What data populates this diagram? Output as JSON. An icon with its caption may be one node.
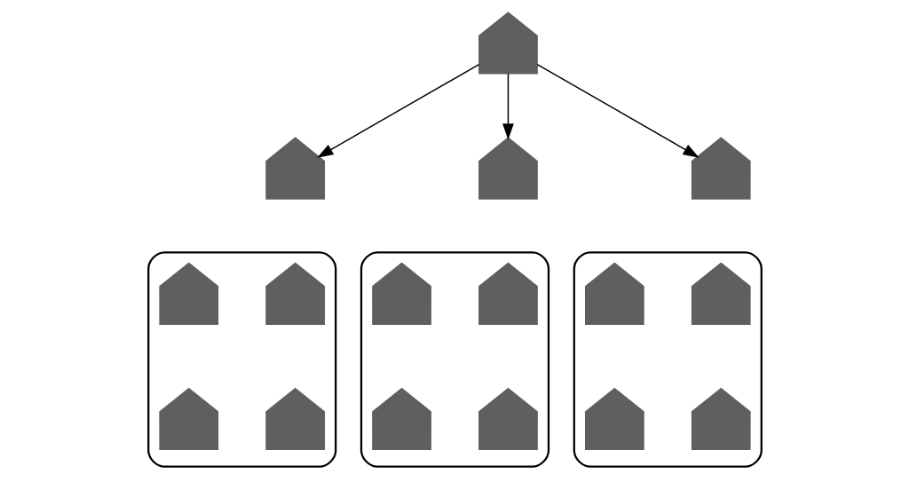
{
  "diagram": {
    "nodes": [
      {
        "text": [],
        "shape": "person"
      },
      {
        "text": [],
        "shape": "person"
      },
      {
        "text": [],
        "shape": "person"
      },
      {
        "text": [],
        "shape": "person"
      },
      {
        "text": [],
        "shape": "box"
      },
      {
        "text": [],
        "shape": "person",
        "in": 4
      },
      {
        "text": [],
        "shape": "person",
        "in": 4
      },
      {
        "text": [],
        "shape": "person",
        "in": 4
      },
      {
        "text": [],
        "shape": "person",
        "in": 4
      },
      {
        "text": [],
        "shape": "box"
      },
      {
        "text": [],
        "shape": "person",
        "in": 9
      },
      {
        "text": [],
        "shape": "person",
        "in": 9
      },
      {
        "text": [],
        "shape": "person",
        "in": 9
      },
      {
        "text": [],
        "shape": "person",
        "in": 9
      },
      {
        "text": [],
        "shape": "box"
      },
      {
        "text": [],
        "shape": "person",
        "in": 14
      },
      {
        "text": [],
        "shape": "person",
        "in": 14
      },
      {
        "text": [],
        "shape": "person",
        "in": 14
      },
      {
        "text": [],
        "shape": "person",
        "in": 14
      }
    ],
    "edges": [
      {
        "from": 0,
        "to": 1,
        "arrow": "to"
      },
      {
        "from": 0,
        "to": 2,
        "arrow": "to"
      },
      {
        "from": 0,
        "to": 3,
        "arrow": "to"
      }
    ]
  }
}
